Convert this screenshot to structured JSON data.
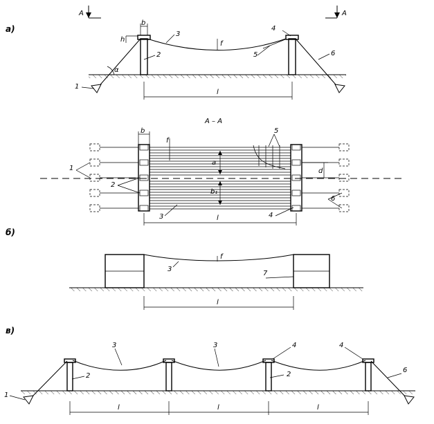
{
  "sections": {
    "a": "а)",
    "b": "б)",
    "v": "в)"
  },
  "cut_label": "A",
  "section_title": "A – A",
  "labels": {
    "n1": "1",
    "n2": "2",
    "n3": "3",
    "n4": "4",
    "n5": "5",
    "n6": "6",
    "n7": "7",
    "l": "l",
    "b": "b",
    "f": "f",
    "h": "h",
    "d": "d",
    "alpha": "α",
    "a": "a",
    "b1": "b₁"
  }
}
